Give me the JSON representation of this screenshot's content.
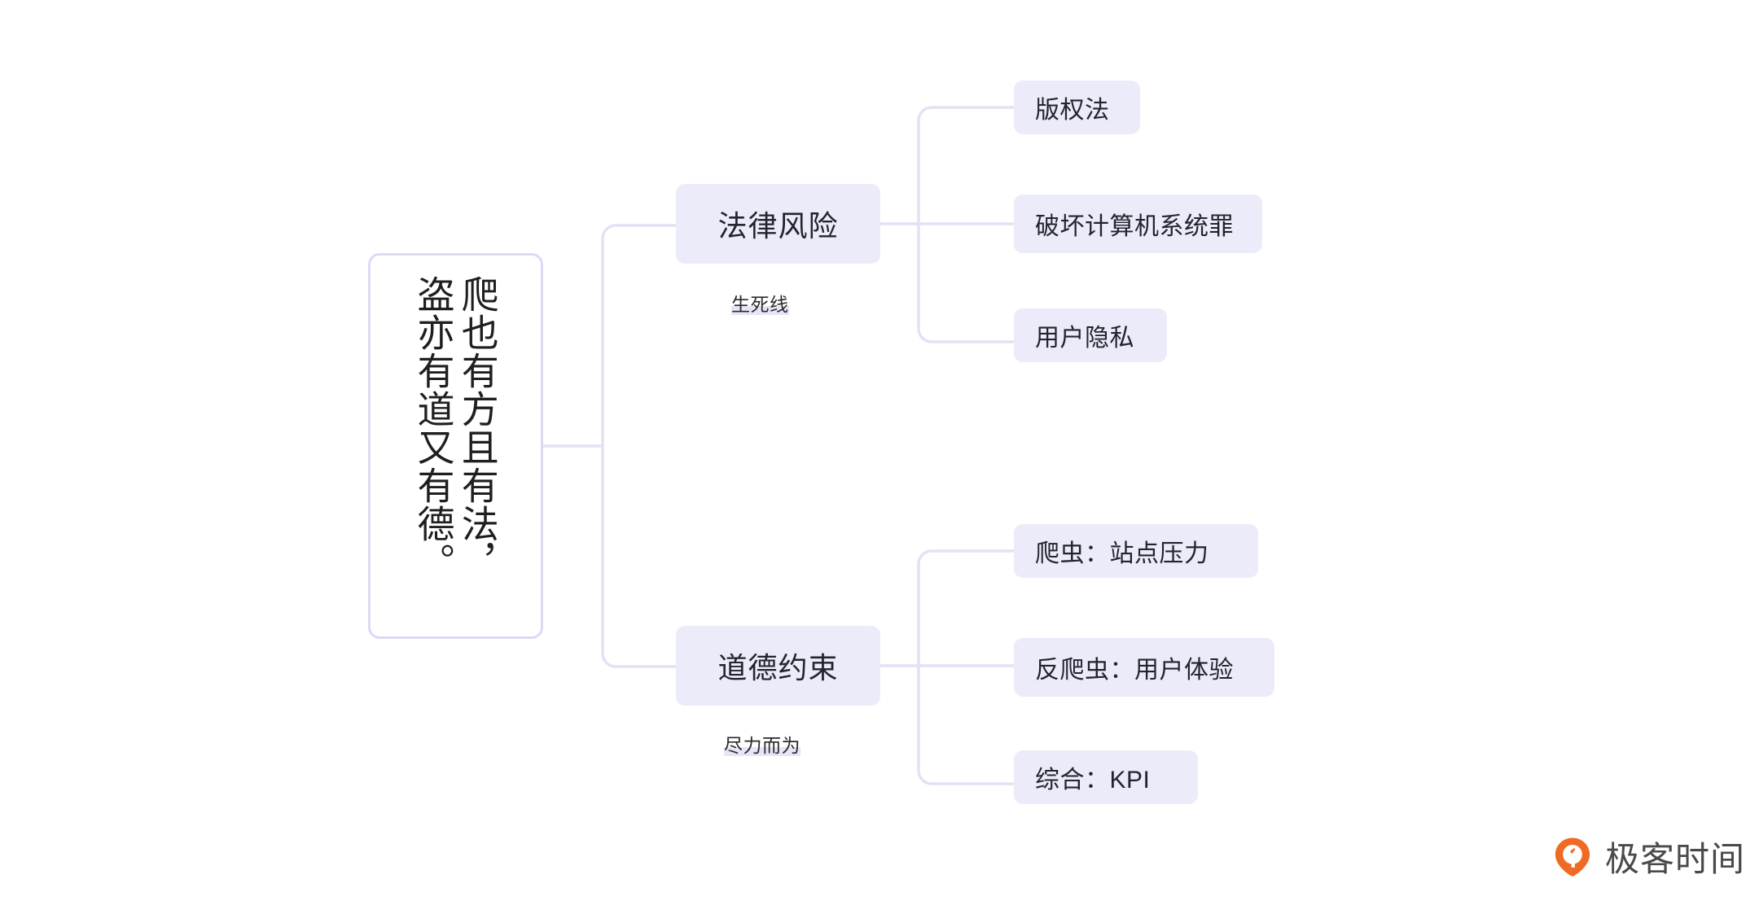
{
  "diagram": {
    "type": "mind-map",
    "title": "爬也有方且有法，盗亦有道又有德。",
    "root": {
      "label": "爬也有方且有法，盗亦有道又有德。",
      "orientation": "vertical-rl"
    },
    "branches": [
      {
        "label": "法律风险",
        "caption": "生死线",
        "children": [
          {
            "label": "版权法"
          },
          {
            "label": "破坏计算机系统罪"
          },
          {
            "label": "用户隐私"
          }
        ]
      },
      {
        "label": "道德约束",
        "caption": "尽力而为",
        "children": [
          {
            "label": "爬虫：站点压力"
          },
          {
            "label": "反爬虫：用户体验"
          },
          {
            "label": "综合：KPI"
          }
        ]
      }
    ]
  },
  "watermark": {
    "brand": "极客时间",
    "mark_icon": "geektime-pin-icon",
    "mark_color": "#f06a23"
  },
  "theme": {
    "background": "#ffffff",
    "node_fill": "#ecebf9",
    "root_border": "#dcdaf2",
    "connector": "#e3e1f4",
    "text": "#22252c"
  }
}
